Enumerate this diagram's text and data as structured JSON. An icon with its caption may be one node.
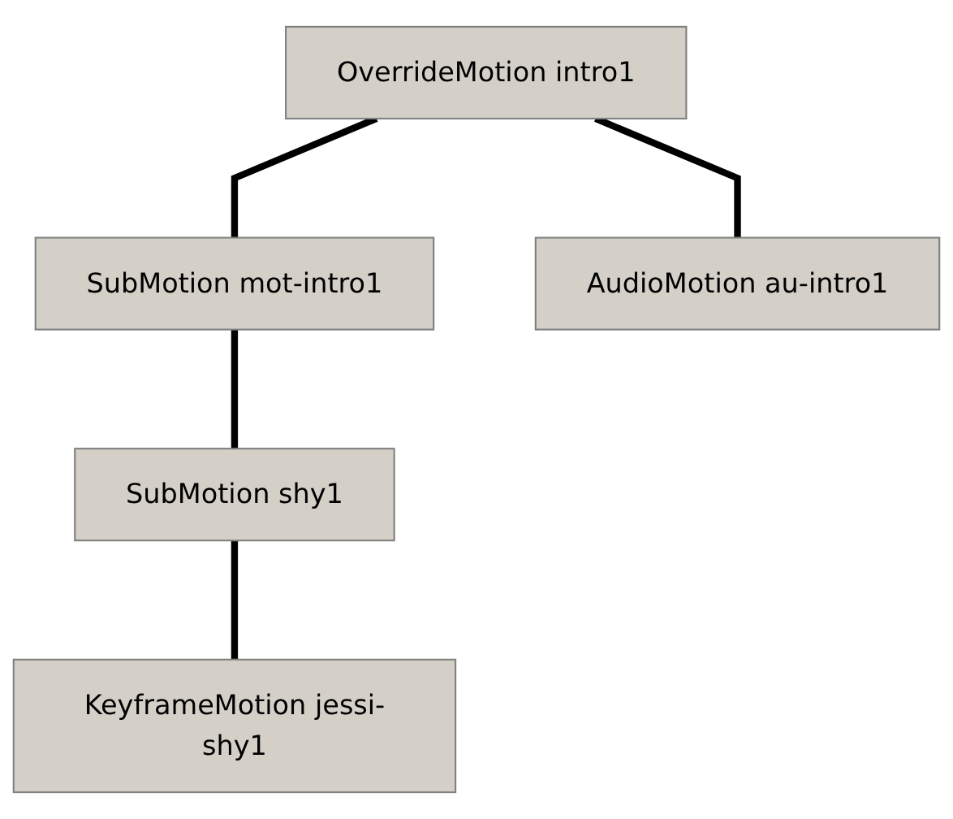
{
  "diagram": {
    "nodes": [
      {
        "text": [
          "OverrideMotion intro1"
        ]
      },
      {
        "text": [
          "SubMotion mot-intro1"
        ]
      },
      {
        "text": [
          "AudioMotion au-intro1"
        ]
      },
      {
        "text": [
          "SubMotion shy1"
        ]
      },
      {
        "text": [
          "KeyframeMotion jessi-shy1"
        ]
      }
    ],
    "edges": [
      {
        "from": 0,
        "to": 1,
        "arrow": "none"
      },
      {
        "from": 0,
        "to": 2,
        "arrow": "none"
      },
      {
        "from": 1,
        "to": 3,
        "arrow": "none"
      },
      {
        "from": 3,
        "to": 4,
        "arrow": "none"
      }
    ]
  }
}
